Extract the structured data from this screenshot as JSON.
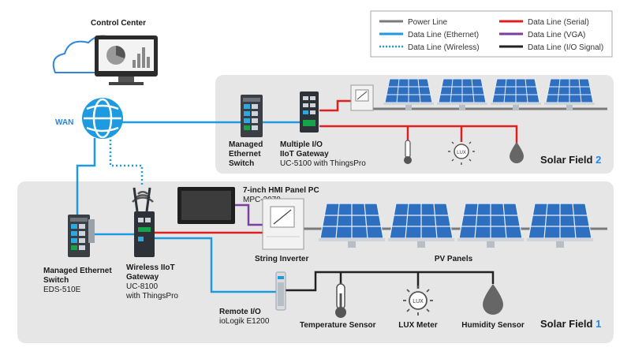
{
  "legend": {
    "items": [
      {
        "label": "Power Line",
        "color": "#7a7a7a",
        "style": "solid"
      },
      {
        "label": "Data Line (Ethernet)",
        "color": "#1e9be0",
        "style": "solid"
      },
      {
        "label": "Data Line (Wireless)",
        "color": "#1e9be0",
        "style": "dotted"
      },
      {
        "label": "Data Line (Serial)",
        "color": "#e02020",
        "style": "solid"
      },
      {
        "label": "Data Line (VGA)",
        "color": "#7a3fa0",
        "style": "solid"
      },
      {
        "label": "Data Line (I/O Signal)",
        "color": "#222222",
        "style": "solid"
      }
    ]
  },
  "control_center": {
    "title": "Control Center"
  },
  "wan": {
    "label": "WAN"
  },
  "solar_field_2": {
    "title": "Solar Field",
    "number": "2",
    "switch": {
      "line1": "Managed",
      "line2": "Ethernet",
      "line3": "Switch"
    },
    "gateway": {
      "line1": "Multiple I/O",
      "line2": "IIoT Gateway",
      "model": "UC-5100 with ThingsPro"
    }
  },
  "solar_field_1": {
    "title": "Solar Field",
    "number": "1",
    "switch": {
      "line1": "Managed Ethernet",
      "line2": "Switch",
      "model": "EDS-510E"
    },
    "gateway": {
      "line1": "Wireless IIoT",
      "line2": "Gateway",
      "model1": "UC-8100",
      "model2": "with ThingsPro"
    },
    "hmi": {
      "line1": "7-inch HMI Panel PC",
      "model": "MPC-2070"
    },
    "inverter": {
      "label": "String Inverter"
    },
    "pv": {
      "label": "PV Panels"
    },
    "remote_io": {
      "line1": "Remote I/O",
      "model": "ioLogik E1200"
    },
    "sensors": {
      "temperature": "Temperature  Sensor",
      "lux": "LUX Meter",
      "humidity": "Humidity Sensor",
      "lux_icon_text": "LUX"
    }
  }
}
